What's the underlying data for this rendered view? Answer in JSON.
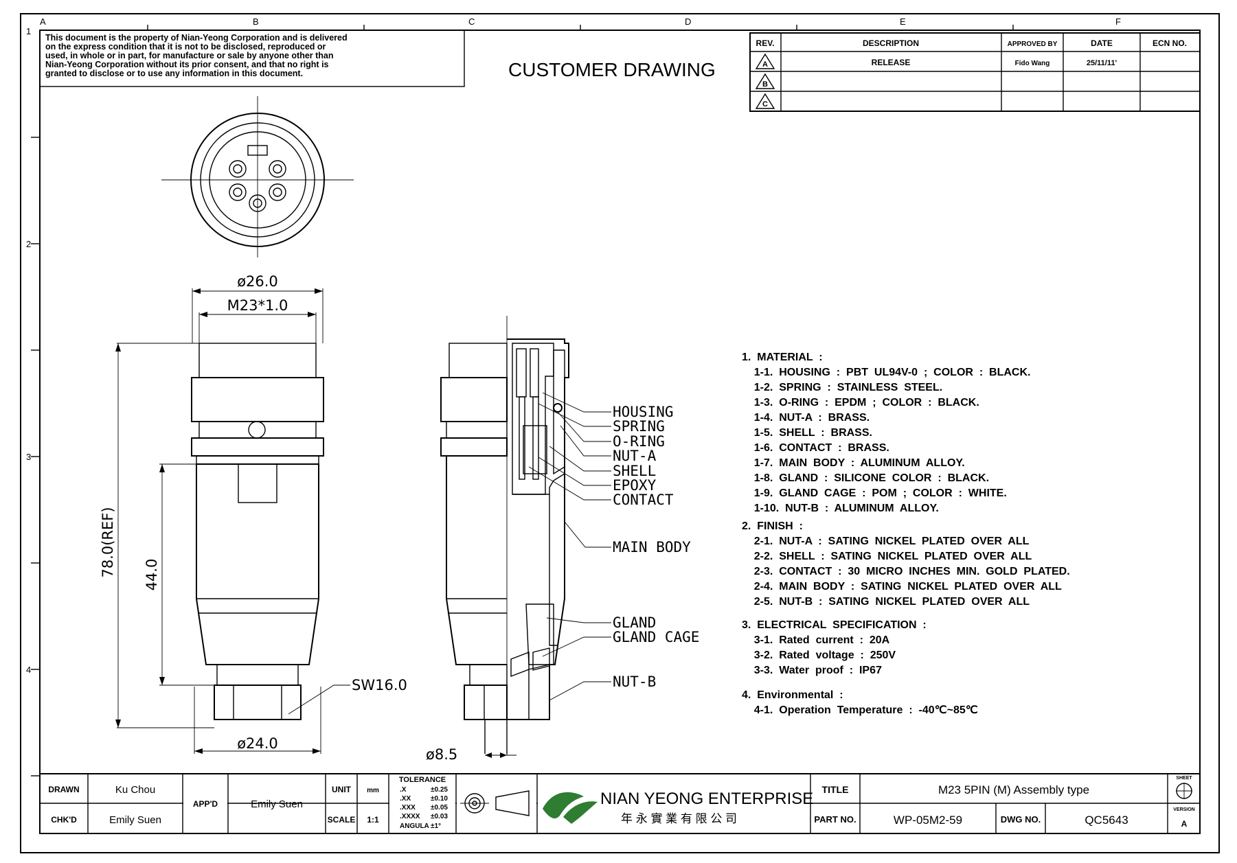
{
  "grid": {
    "columns": [
      "A",
      "B",
      "C",
      "D",
      "E",
      "F"
    ],
    "rows": [
      "1",
      "2",
      "3",
      "4"
    ]
  },
  "notice": {
    "lines": [
      "This document is the property of Nian-Yeong Corporation and is delivered",
      "on  the  express condition that it is not to be disclosed, reproduced or",
      "used, in whole or in part, for manufacture or sale by anyone other than",
      "Nian-Yeong Corporation without  its prior consent, and that  no right  is",
      "granted to disclose or to use any information in this  document."
    ]
  },
  "heading": "CUSTOMER  DRAWING",
  "revision_table": {
    "headers": [
      "REV.",
      "DESCRIPTION",
      "APPROVED BY",
      "DATE",
      "ECN NO."
    ],
    "rows": [
      {
        "rev": "A",
        "description": "RELEASE",
        "approved_by": "Fido Wang",
        "date": "25/11/11'",
        "ecn": ""
      },
      {
        "rev": "B",
        "description": "",
        "approved_by": "",
        "date": "",
        "ecn": ""
      },
      {
        "rev": "C",
        "description": "",
        "approved_by": "",
        "date": "",
        "ecn": ""
      }
    ]
  },
  "dimensions": {
    "outer_dia": "ø26.0",
    "thread": "M23*1.0",
    "total_length": "78.0(REF)",
    "body_length": "44.0",
    "wrench": "SW16.0",
    "nut_dia": "ø24.0",
    "cable_dia": "ø8.5"
  },
  "callouts": [
    "HOUSING",
    "SPRING",
    "O-RING",
    "NUT-A",
    "SHELL",
    "EPOXY",
    "CONTACT",
    "MAIN BODY",
    "GLAND",
    "GLAND CAGE",
    "NUT-B"
  ],
  "notes": [
    "1.  MATERIAL  :",
    "    1-1.  HOUSING  :  PBT  UL94V-0  ;  COLOR  :  BLACK.",
    "    1-2.  SPRING  :  STAINLESS  STEEL.",
    "    1-3.  O-RING  :  EPDM  ;  COLOR  :  BLACK.",
    "    1-4.  NUT-A  :  BRASS.",
    "    1-5.  SHELL  :  BRASS.",
    "    1-6.  CONTACT  :  BRASS.",
    "    1-7.  MAIN  BODY  :  ALUMINUM  ALLOY.",
    "    1-8.  GLAND  :  SILICONE  COLOR  :  BLACK.",
    "    1-9.  GLAND  CAGE  :  POM  ;  COLOR  :  WHITE.",
    "    1-10.  NUT-B  :  ALUMINUM  ALLOY.",
    "2.  FINISH  :",
    "    2-1.  NUT-A  :  SATING  NICKEL  PLATED  OVER  ALL",
    "    2-2.  SHELL  :  SATING  NICKEL  PLATED  OVER  ALL",
    "    2-3.  CONTACT  :  30  MICRO  INCHES  MIN.  GOLD  PLATED.",
    "    2-4.  MAIN  BODY  :  SATING  NICKEL  PLATED  OVER  ALL",
    "    2-5.  NUT-B  :  SATING  NICKEL  PLATED  OVER  ALL",
    "3.  ELECTRICAL  SPECIFICATION  :",
    "    3-1.  Rated  current  :  20A",
    "    3-2.  Rated  voltage  :  250V",
    "    3-3.  Water  proof  :  IP67",
    "4.  Environmental  :",
    "    4-1.  Operation  Temperature  :  -40℃~85℃"
  ],
  "title_block": {
    "drawn_label": "DRAWN",
    "drawn": "Ku Chou",
    "chkd_label": "CHK'D",
    "chkd": "Emily Suen",
    "appd_label": "APP'D",
    "appd": "Emily Suen",
    "unit_label": "UNIT",
    "unit": "mm",
    "scale_label": "SCALE",
    "scale": "1:1",
    "tolerance": {
      "title": "TOLERANCE",
      "rows": [
        [
          ".X",
          "±0.25"
        ],
        [
          ".XX",
          "±0.10"
        ],
        [
          ".XXX",
          "±0.05"
        ],
        [
          ".XXXX",
          "±0.03"
        ],
        [
          "ANGULA",
          "±1°"
        ]
      ]
    },
    "company": "NIAN YEONG ENTERPRISE",
    "company_cn": "年 永 實 業 有 限 公 司",
    "title_label": "TITLE",
    "title": "M23  5PIN  (M)  Assembly  type",
    "part_label": "PART NO.",
    "part_no": "WP-05M2-59",
    "dwg_label": "DWG NO.",
    "dwg_no": "QC5643",
    "sheet_label": "SHEET",
    "version_label": "VERSION",
    "version": "A"
  },
  "colors": {
    "ink": "#000000",
    "paper": "#ffffff",
    "logo_green": "#2e7d32"
  }
}
